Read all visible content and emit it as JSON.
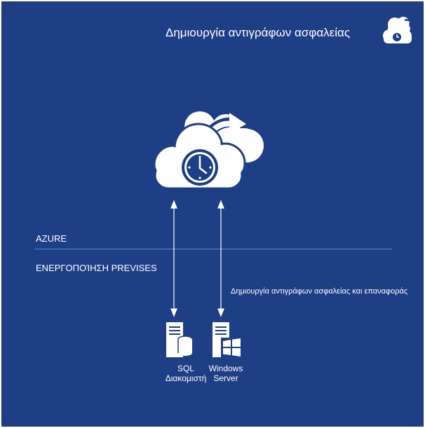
{
  "header": {
    "title": "Δημιουργία αντιγράφων ασφαλείας"
  },
  "zones": {
    "cloud": "AZURE",
    "onprem": "ΕΝΕΡΓΟΠΟΊΗΣΗ PREVISES"
  },
  "flow": {
    "label": "Δημιουργία αντιγράφων ασφαλείας και επαναφοράς"
  },
  "servers": {
    "sql": {
      "line1": "SQL",
      "line2": "Διακομιστή"
    },
    "windows": {
      "line1": "Windows",
      "line2": "Server"
    }
  },
  "colors": {
    "background": "#1e3f86",
    "divider": "#4f8fc7",
    "foreground": "#ffffff"
  }
}
